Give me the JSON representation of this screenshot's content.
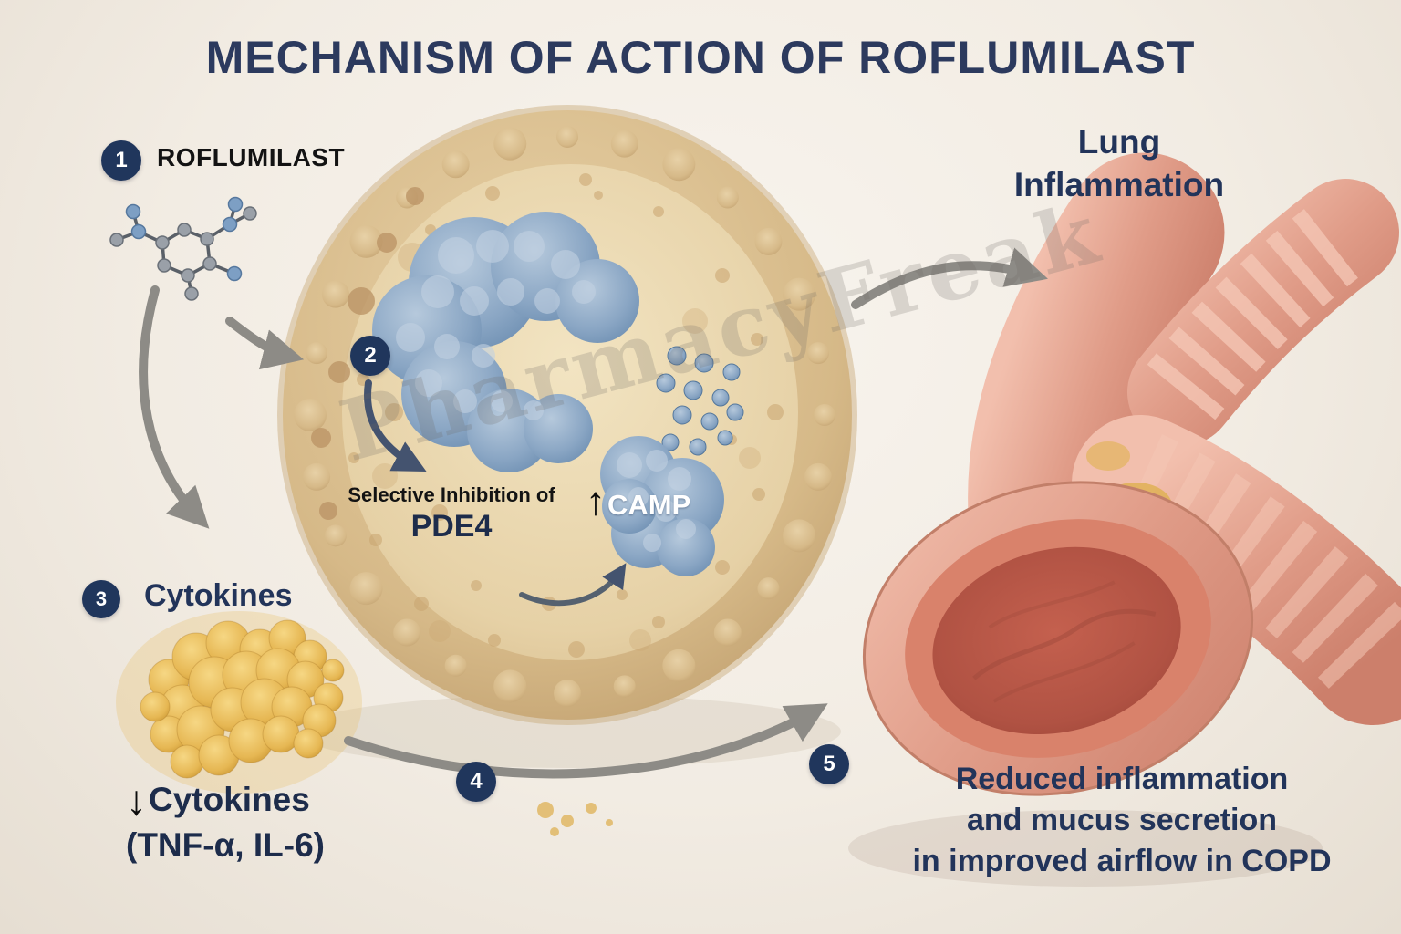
{
  "title": "MECHANISM OF ACTION OF ROFLUMILAST",
  "watermark": "PharmacyFreak",
  "steps": {
    "one": {
      "num": "1",
      "label": "ROFLUMILAST"
    },
    "two": {
      "num": "2"
    },
    "three": {
      "num": "3",
      "label": "Cytokines"
    },
    "four": {
      "num": "4"
    },
    "five": {
      "num": "5"
    }
  },
  "cell": {
    "inhibition_prefix": "Selective Inhibition of",
    "inhibition_target": "PDE4",
    "camp_arrow": "↑",
    "camp_label": "CAMP"
  },
  "cytokine_reduction": {
    "arrow": "↓",
    "line1": "Cytokines",
    "line2": "(TNF-α, IL-6)"
  },
  "lung_label": {
    "line1": "Lung",
    "line2": "Inflammation"
  },
  "outcome": {
    "line1": "Reduced inflammation",
    "line2": "and mucus secretion",
    "line3": "in improved airflow in COPD"
  },
  "colors": {
    "badge_navy": "#20365c",
    "heading_navy": "#2c3a5e",
    "arrow_gray": "#8d8b86",
    "cell_beige": "#d6b988",
    "enzyme_blue": "#8aa6c4",
    "cytokine_gold": "#e6b753",
    "airway_pink": "#e09c88",
    "lumen_red": "#b05243"
  }
}
